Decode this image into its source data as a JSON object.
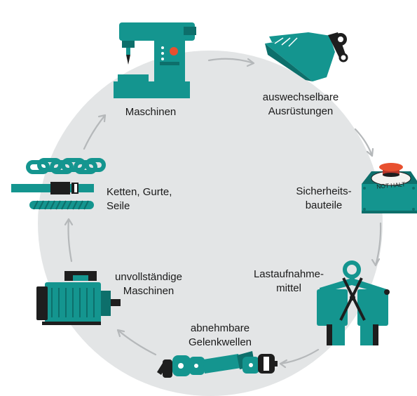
{
  "colors": {
    "teal": "#14958f",
    "teal_dark": "#0d6f6b",
    "circle": "#e3e5e6",
    "arrow": "#b5b8ba",
    "dark": "#1e1e1e",
    "red": "#e8502f"
  },
  "cycle": [
    {
      "icon": "drill-press-icon",
      "lines": [
        "Maschinen"
      ]
    },
    {
      "icon": "excavator-bucket-icon",
      "lines": [
        "auswechselbare",
        "Ausrüstungen"
      ]
    },
    {
      "icon": "emergency-stop-icon",
      "lines": [
        "Sicherheits-",
        "bauteile"
      ],
      "sticker": "NOT HALT"
    },
    {
      "icon": "lifting-clamp-icon",
      "lines": [
        "Lastaufnahme-",
        "mittel"
      ]
    },
    {
      "icon": "cardan-shaft-icon",
      "lines": [
        "abnehmbare",
        "Gelenkwellen"
      ]
    },
    {
      "icon": "electric-motor-icon",
      "lines": [
        "unvollständige",
        "Maschinen"
      ]
    },
    {
      "icon": "chain-belt-rope-icon",
      "lines": [
        "Ketten, Gurte,",
        "Seile"
      ]
    }
  ]
}
